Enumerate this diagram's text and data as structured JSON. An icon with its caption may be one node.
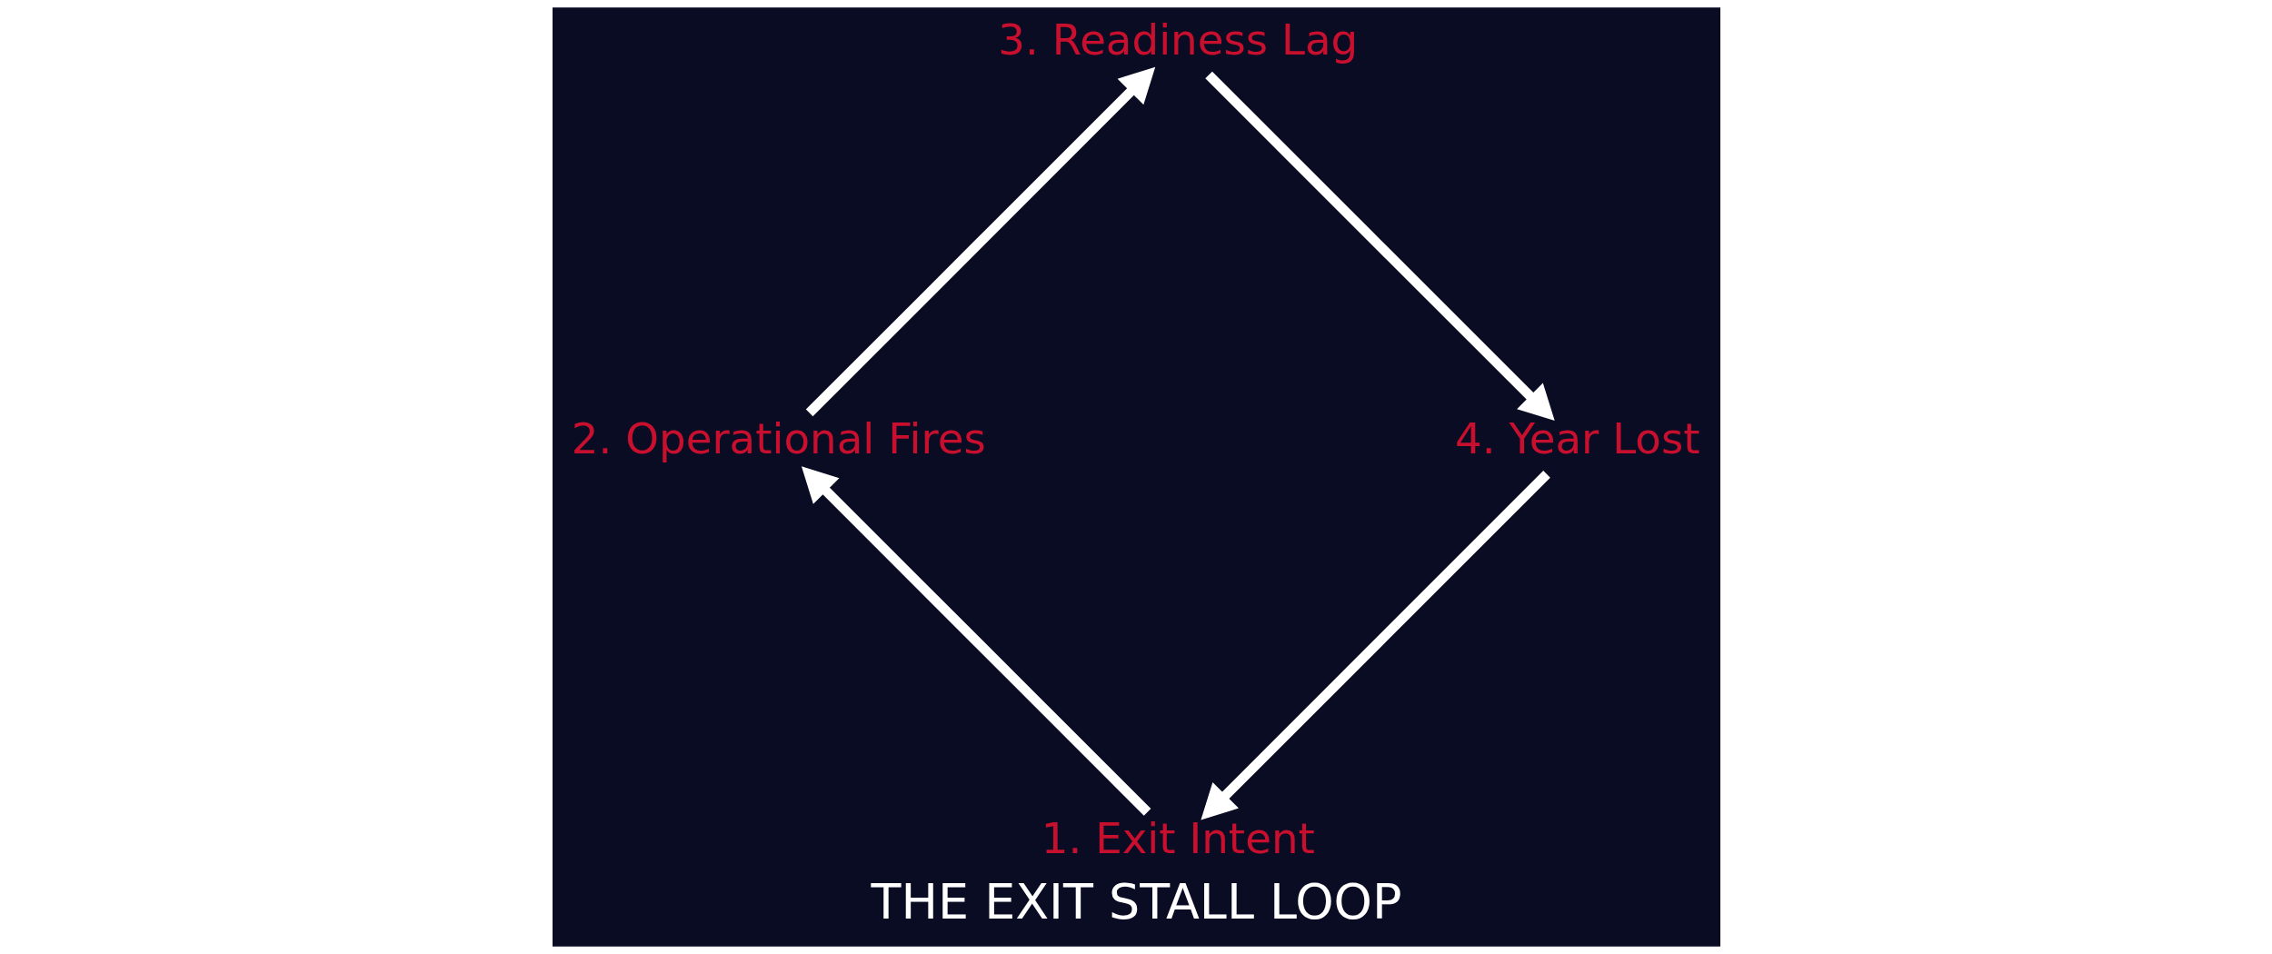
{
  "diagram": {
    "title": "THE EXIT STALL LOOP",
    "nodes": [
      {
        "text": [
          "1. Exit Intent"
        ]
      },
      {
        "text": [
          "2. Operational Fires"
        ]
      },
      {
        "text": [
          "3. Readiness Lag"
        ]
      },
      {
        "text": [
          "4. Year Lost"
        ]
      }
    ],
    "edges": [
      {
        "from": 3,
        "to": 0,
        "arrow": "to"
      },
      {
        "from": 0,
        "to": 1,
        "arrow": "to"
      },
      {
        "from": 1,
        "to": 2,
        "arrow": "to"
      },
      {
        "from": 2,
        "to": 3,
        "arrow": "to"
      }
    ]
  }
}
